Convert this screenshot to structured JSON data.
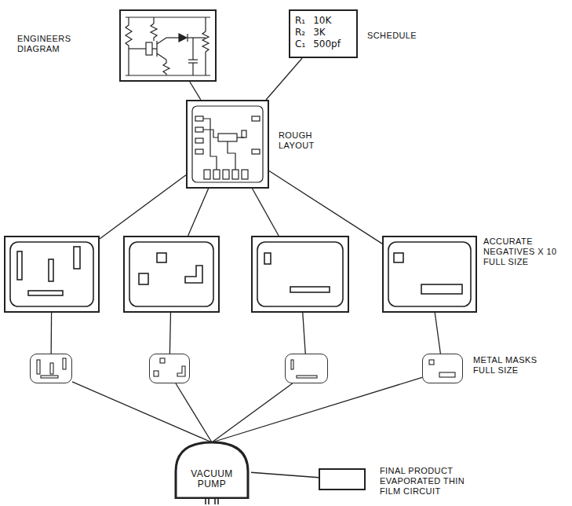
{
  "diagram": {
    "nodes": [
      {
        "text": [
          "ENGINEERS DIAGRAM"
        ]
      },
      {
        "text": [
          "SCHEDULE",
          "R₁",
          "10K",
          "R₂",
          "3K",
          "C₁",
          "500pf"
        ]
      },
      {
        "text": [
          "ROUGH LAYOUT"
        ]
      },
      {
        "text": []
      },
      {
        "text": []
      },
      {
        "text": []
      },
      {
        "text": [
          "ACCURATE NEGATIVES X 10 FULL SIZE"
        ]
      },
      {
        "text": []
      },
      {
        "text": []
      },
      {
        "text": []
      },
      {
        "text": [
          "METAL MASKS FULL SIZE"
        ]
      },
      {
        "text": [
          "VACUUM PUMP"
        ]
      },
      {
        "text": [
          "FINAL PRODUCT EVAPORATED THIN FILM CIRCUIT"
        ]
      }
    ],
    "edges": [
      {
        "from": 0,
        "to": 2,
        "arrow": "none"
      },
      {
        "from": 1,
        "to": 2,
        "arrow": "none"
      },
      {
        "from": 2,
        "to": 3,
        "arrow": "none"
      },
      {
        "from": 2,
        "to": 4,
        "arrow": "none"
      },
      {
        "from": 2,
        "to": 5,
        "arrow": "none"
      },
      {
        "from": 2,
        "to": 6,
        "arrow": "none"
      },
      {
        "from": 3,
        "to": 7,
        "arrow": "none"
      },
      {
        "from": 4,
        "to": 8,
        "arrow": "none"
      },
      {
        "from": 5,
        "to": 9,
        "arrow": "none"
      },
      {
        "from": 6,
        "to": 10,
        "arrow": "none"
      },
      {
        "from": 7,
        "to": 11,
        "arrow": "none"
      },
      {
        "from": 8,
        "to": 11,
        "arrow": "none"
      },
      {
        "from": 9,
        "to": 11,
        "arrow": "none"
      },
      {
        "from": 10,
        "to": 11,
        "arrow": "none"
      },
      {
        "from": 11,
        "to": 12,
        "arrow": "none"
      }
    ]
  }
}
